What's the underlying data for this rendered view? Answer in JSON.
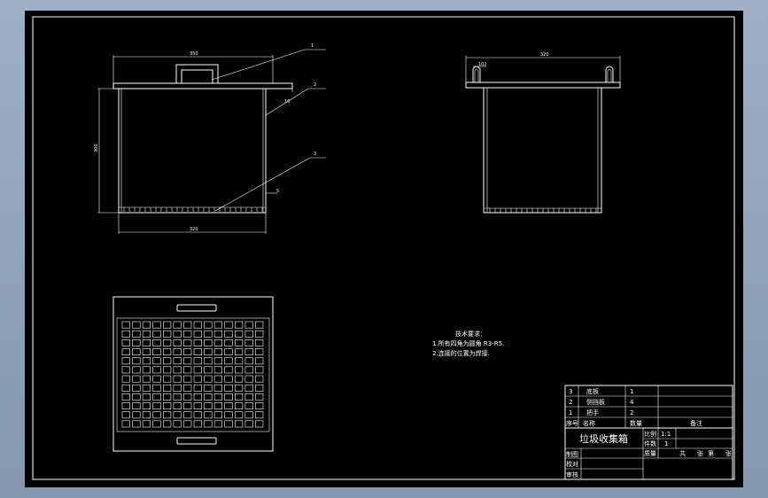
{
  "drawing": {
    "title": "垃圾收集箱",
    "notes": {
      "heading": "技术要求：",
      "items": [
        "1.所有四角为圆角 R3-R5.",
        "2.连接的位置为焊接."
      ]
    },
    "dimensions": {
      "front_width_top": "350",
      "front_width_bottom": "320",
      "front_height": "300",
      "front_thickness": "10",
      "side_right": "5",
      "side_width_top": "320",
      "side_handle": "102"
    },
    "balloons": [
      "1",
      "2",
      "3"
    ],
    "grid": {
      "cols": 14,
      "rows": 12
    }
  },
  "title_block": {
    "parts": [
      {
        "no": "3",
        "name": "底板",
        "qty": "1"
      },
      {
        "no": "2",
        "name": "侧挡板",
        "qty": "4"
      },
      {
        "no": "1",
        "name": "把手",
        "qty": "2"
      }
    ],
    "header": {
      "no": "序号",
      "name": "名称",
      "qty": "数量",
      "remark": "备注"
    },
    "title": "垃圾收集箱",
    "scale_label": "比例",
    "scale_value": "1:1",
    "count_label": "件数",
    "count_value": "1",
    "drawn_label": "制图",
    "checked_label": "校对",
    "approved_label": "审核",
    "weight_label": "质量",
    "sheet_total": "共",
    "sheet_unit": "张",
    "sheet_no": "第",
    "sheet_unit2": "张"
  }
}
